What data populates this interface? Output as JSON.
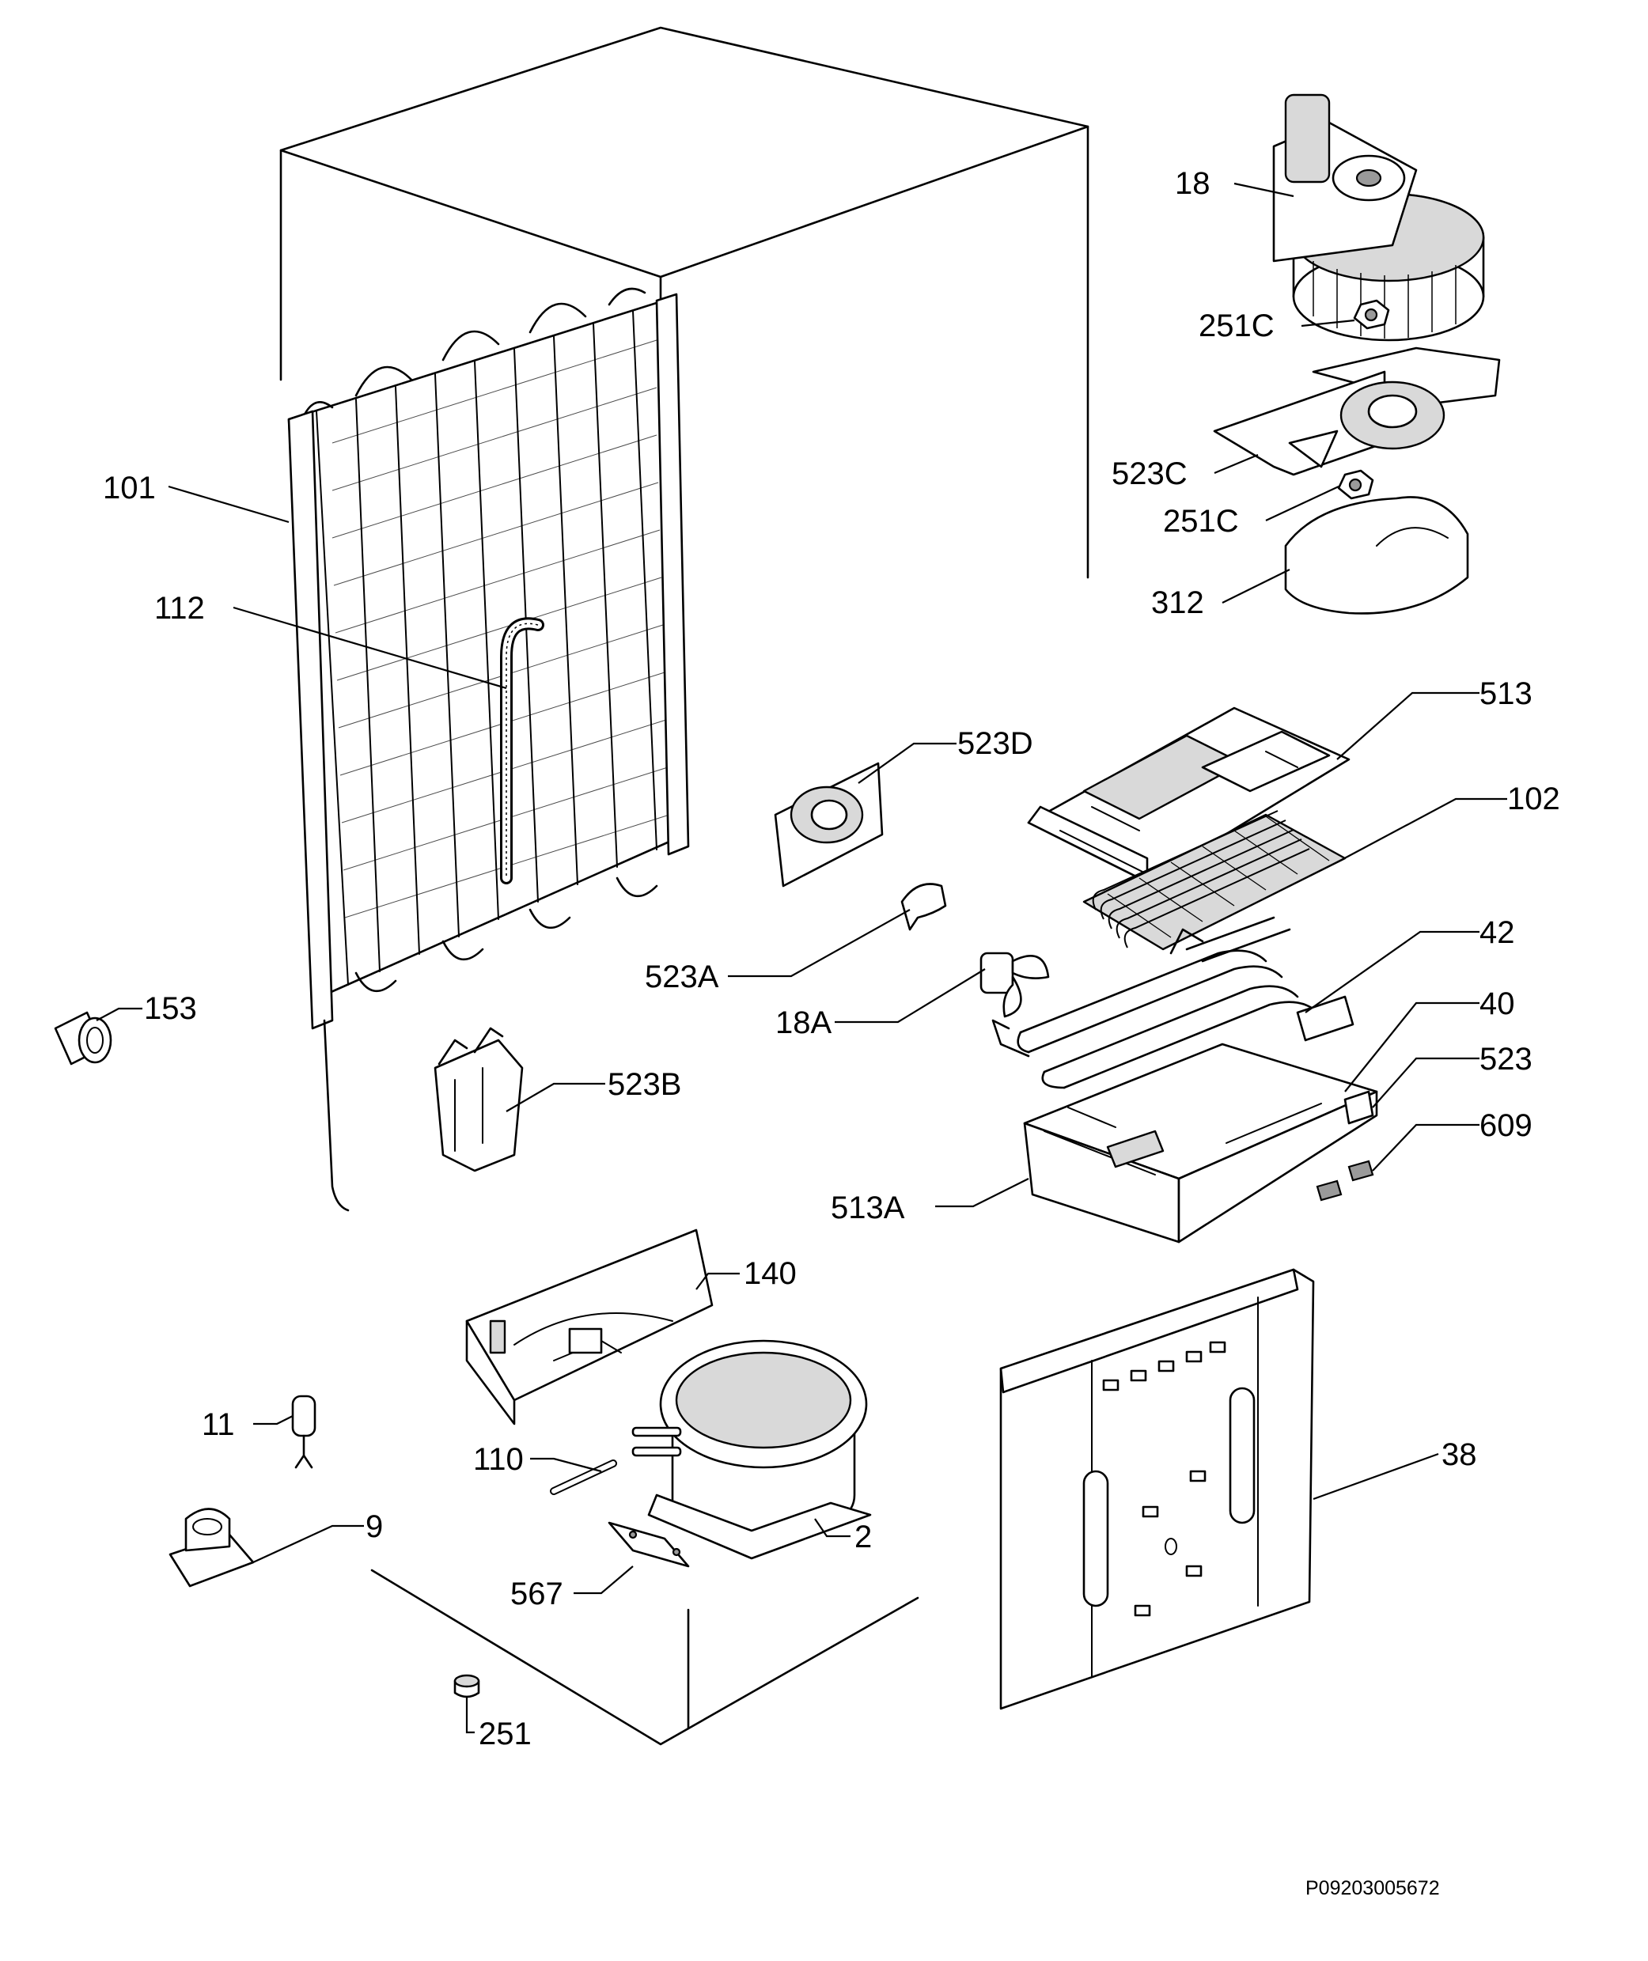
{
  "diagram": {
    "reference_code": "P09203005672",
    "callouts": {
      "c18": "18",
      "c251c_top": "251C",
      "c523c": "523C",
      "c251c_bottom": "251C",
      "c312": "312",
      "c101": "101",
      "c112": "112",
      "c513": "513",
      "c102": "102",
      "c523d": "523D",
      "c523a": "523A",
      "c18a": "18A",
      "c42": "42",
      "c40": "40",
      "c523": "523",
      "c609": "609",
      "c513a": "513A",
      "c153": "153",
      "c523b": "523B",
      "c140": "140",
      "c11": "11",
      "c110": "110",
      "c9": "9",
      "c2": "2",
      "c567": "567",
      "c38": "38",
      "c251": "251"
    }
  }
}
